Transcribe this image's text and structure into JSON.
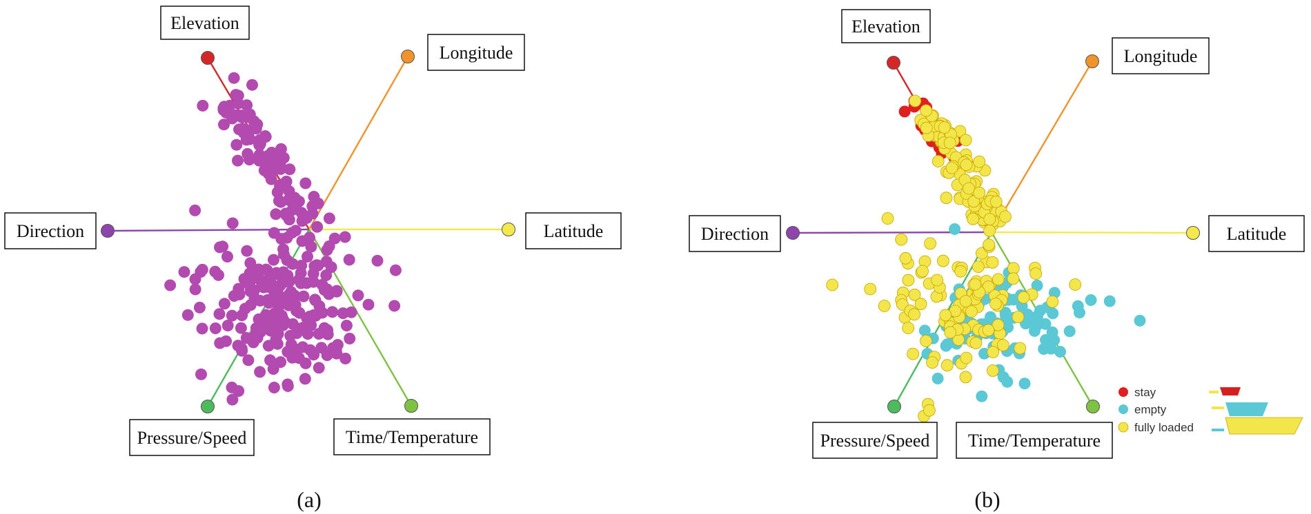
{
  "chart_data": [
    {
      "type": "scatter",
      "chart_kind": "radviz",
      "caption": "(a)",
      "anchors": [
        {
          "name": "Elevation",
          "color": "#d62728"
        },
        {
          "name": "Longitude",
          "color": "#f0932b"
        },
        {
          "name": "Latitude",
          "color": "#f5e84a"
        },
        {
          "name": "Time/Temperature",
          "color": "#7dc242"
        },
        {
          "name": "Pressure/Speed",
          "color": "#4cbb5e"
        },
        {
          "name": "Direction",
          "color": "#8e44ad"
        }
      ],
      "series": [
        {
          "color": "#b24ab0",
          "count": 310
        }
      ],
      "legend": null
    },
    {
      "type": "scatter",
      "chart_kind": "radviz",
      "caption": "(b)",
      "anchors": [
        {
          "name": "Elevation",
          "color": "#d62728"
        },
        {
          "name": "Longitude",
          "color": "#f0932b"
        },
        {
          "name": "Latitude",
          "color": "#f5e84a"
        },
        {
          "name": "Time/Temperature",
          "color": "#7dc242"
        },
        {
          "name": "Pressure/Speed",
          "color": "#4cbb5e"
        },
        {
          "name": "Direction",
          "color": "#8e44ad"
        }
      ],
      "series": [
        {
          "name": "stay",
          "color": "#e02020",
          "count": 14
        },
        {
          "name": "empty",
          "color": "#5bc8d6",
          "count": 95
        },
        {
          "name": "fully loaded",
          "color": "#f2e64a",
          "count": 200
        }
      ],
      "legend": {
        "position": "bottom-right",
        "entries": [
          "stay",
          "empty",
          "fully loaded"
        ]
      }
    }
  ]
}
